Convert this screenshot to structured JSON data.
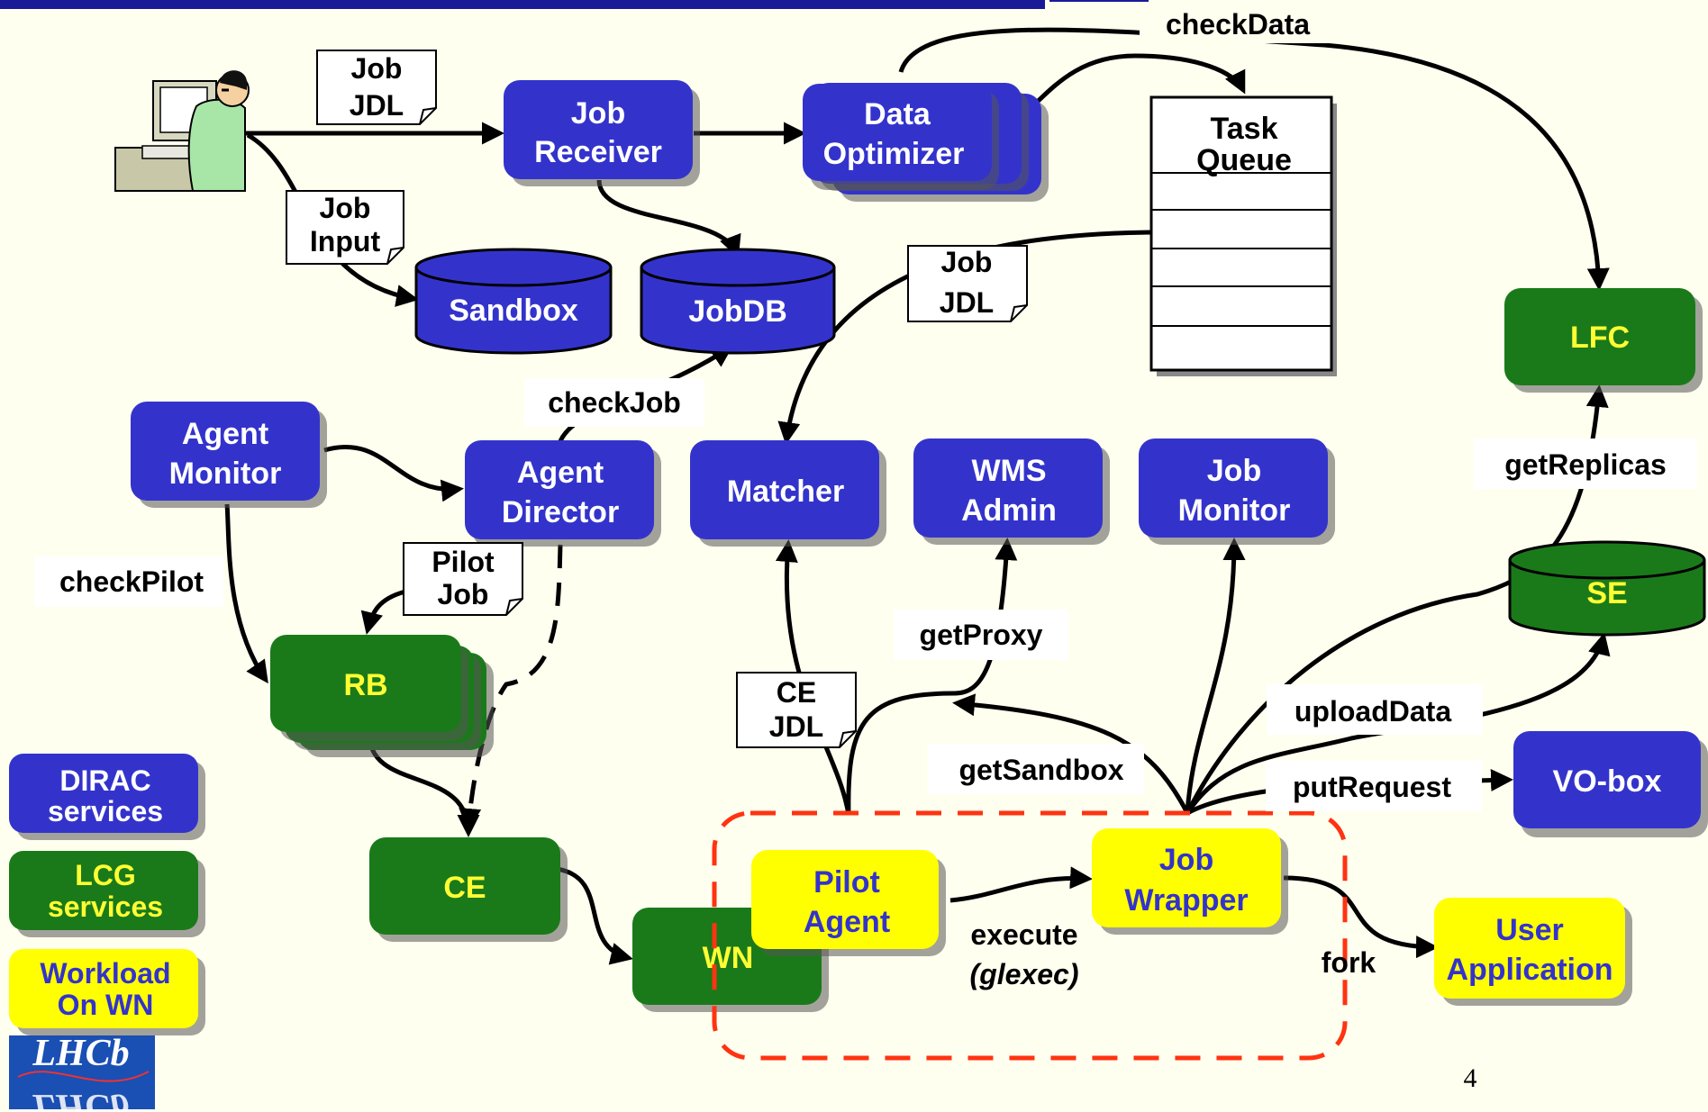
{
  "colors": {
    "dirac": "#3333cc",
    "lcg": "#1a7a1a",
    "workload": "#ffff00",
    "workload_text": "#3333cc",
    "service_text": "#ffffff",
    "lcg_accent_text": "#ffff33",
    "title_bar": "#1a1a99",
    "background": "#fffff0",
    "dashed_box": "#ff3311"
  },
  "dirac_boxes": {
    "job_receiver": [
      "Job",
      "Receiver"
    ],
    "data_optimizer": [
      "Data",
      "Optimizer"
    ],
    "agent_monitor": [
      "Agent",
      "Monitor"
    ],
    "agent_director": [
      "Agent",
      "Director"
    ],
    "matcher": [
      "Matcher"
    ],
    "wms_admin": [
      "WMS",
      "Admin"
    ],
    "job_monitor": [
      "Job",
      "Monitor"
    ],
    "vo_box": [
      "VO-box"
    ]
  },
  "databases": {
    "sandbox": "Sandbox",
    "jobdb": "JobDB",
    "se": "SE"
  },
  "task_queue": [
    "Task",
    "Queue"
  ],
  "lcg_boxes": {
    "lfc": "LFC",
    "rb": "RB",
    "ce": "CE",
    "wn": "WN"
  },
  "workload_boxes": {
    "pilot_agent": [
      "Pilot",
      "Agent"
    ],
    "job_wrapper": [
      "Job",
      "Wrapper"
    ],
    "user_application": [
      "User",
      "Application"
    ]
  },
  "doc_notes": {
    "job_jdl_top": [
      "Job",
      "JDL"
    ],
    "job_input": [
      "Job",
      "Input"
    ],
    "job_jdl_mid": [
      "Job",
      "JDL"
    ],
    "pilot_job": [
      "Pilot",
      "Job"
    ],
    "ce_jdl": [
      "CE",
      "JDL"
    ]
  },
  "labels": {
    "check_data": "checkData",
    "check_job": "checkJob",
    "check_pilot": "checkPilot",
    "get_replicas": "getReplicas",
    "get_proxy": "getProxy",
    "get_sandbox": "getSandbox",
    "upload_data": "uploadData",
    "put_request": "putRequest",
    "execute": "execute",
    "glexec": "(glexec)",
    "fork": "fork"
  },
  "legend": {
    "dirac": [
      "DIRAC",
      "services"
    ],
    "lcg": [
      "LCG",
      "services"
    ],
    "workload": [
      "Workload",
      "On WN"
    ]
  },
  "logo_text": "LHCb",
  "page_number": "4"
}
